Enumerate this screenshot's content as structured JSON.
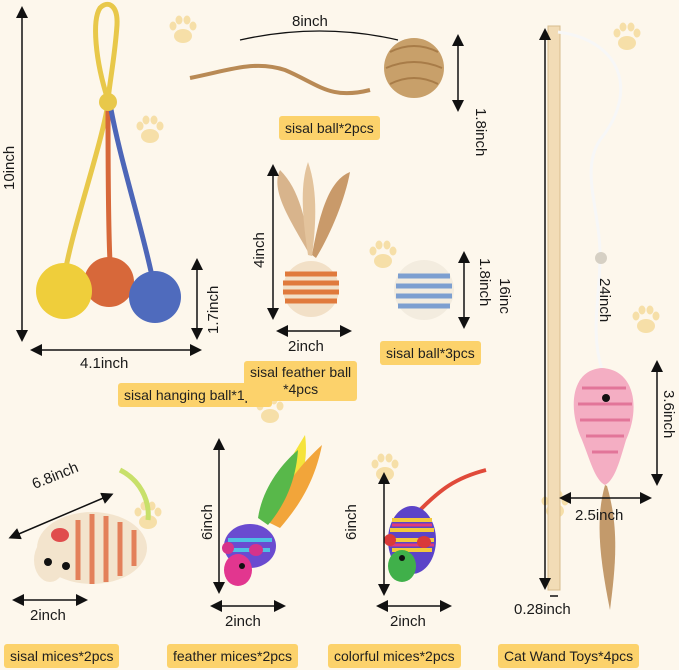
{
  "colors": {
    "background": "#fdf7ec",
    "label_bg": "#fcd26b",
    "paw": "#f6dfa8"
  },
  "products": {
    "hanging_ball": {
      "height": "10inch",
      "ball_size": "1.7inch",
      "width": "4.1inch",
      "label": "sisal hanging ball*1pcs"
    },
    "sisal_ball_rope": {
      "length": "8inch",
      "ball_size": "1.8inch",
      "label": "sisal ball*2pcs"
    },
    "feather_ball": {
      "height": "4inch",
      "width": "2inch",
      "label_line1": "sisal feather ball",
      "label_line2": "*4pcs"
    },
    "striped_ball": {
      "size": "1.8inch",
      "label": "sisal ball*3pcs"
    },
    "wand": {
      "length": "16inc",
      "string": "24inch",
      "fish_height": "3.6inch",
      "fish_width": "2.5inch",
      "stick_width": "0.28inch",
      "label": "Cat Wand Toys*4pcs"
    },
    "sisal_mice": {
      "length": "6.8inch",
      "width": "2inch",
      "label": "sisal mices*2pcs"
    },
    "feather_mice": {
      "height": "6inch",
      "width": "2inch",
      "label": "feather mices*2pcs"
    },
    "colorful_mice": {
      "height": "6inch",
      "width": "2inch",
      "label": "colorful mices*2pcs"
    }
  }
}
